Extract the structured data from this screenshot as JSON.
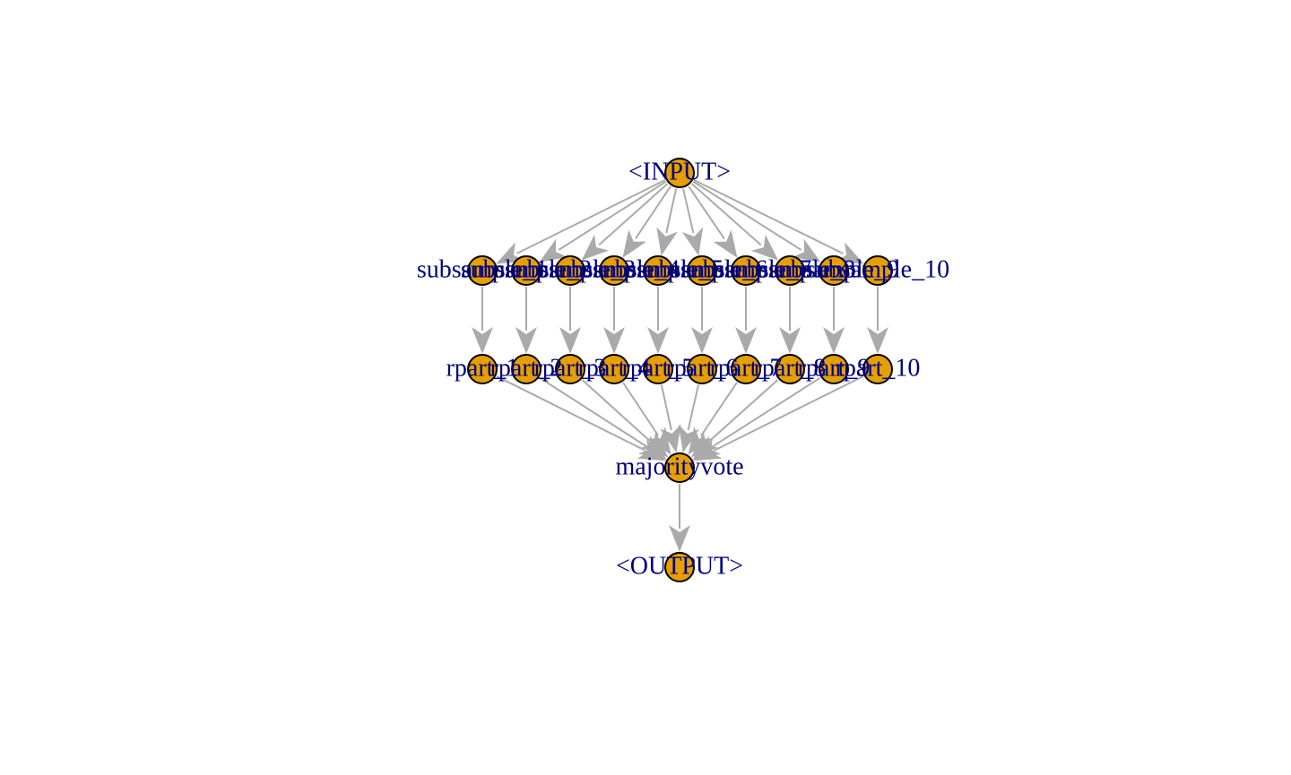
{
  "diagram": {
    "colors": {
      "node_fill": "#E69F00",
      "node_border": "#000000",
      "label": "#000080",
      "edge": "#AAAAAA",
      "background": "#FFFFFF"
    },
    "nodes": [
      {
        "id": "input",
        "label": "<INPUT>",
        "layer": 0,
        "order": 0
      },
      {
        "id": "subsample_1",
        "label": "subsample_1",
        "layer": 1,
        "order": 0
      },
      {
        "id": "subsample_2",
        "label": "subsample_2",
        "layer": 1,
        "order": 1
      },
      {
        "id": "subsample_3",
        "label": "subsample_3",
        "layer": 1,
        "order": 2
      },
      {
        "id": "subsample_4",
        "label": "subsample_4",
        "layer": 1,
        "order": 3
      },
      {
        "id": "subsample_5",
        "label": "subsample_5",
        "layer": 1,
        "order": 4
      },
      {
        "id": "subsample_6",
        "label": "subsample_6",
        "layer": 1,
        "order": 5
      },
      {
        "id": "subsample_7",
        "label": "subsample_7",
        "layer": 1,
        "order": 6
      },
      {
        "id": "subsample_8",
        "label": "subsample_8",
        "layer": 1,
        "order": 7
      },
      {
        "id": "subsample_9",
        "label": "subsample_9",
        "layer": 1,
        "order": 8
      },
      {
        "id": "subsample_10",
        "label": "subsample_10",
        "layer": 1,
        "order": 9
      },
      {
        "id": "rpart_1",
        "label": "rpart_1",
        "layer": 2,
        "order": 0
      },
      {
        "id": "rpart_2",
        "label": "rpart_2",
        "layer": 2,
        "order": 1
      },
      {
        "id": "rpart_3",
        "label": "rpart_3",
        "layer": 2,
        "order": 2
      },
      {
        "id": "rpart_4",
        "label": "rpart_4",
        "layer": 2,
        "order": 3
      },
      {
        "id": "rpart_5",
        "label": "rpart_5",
        "layer": 2,
        "order": 4
      },
      {
        "id": "rpart_6",
        "label": "rpart_6",
        "layer": 2,
        "order": 5
      },
      {
        "id": "rpart_7",
        "label": "rpart_7",
        "layer": 2,
        "order": 6
      },
      {
        "id": "rpart_8",
        "label": "rpart_8",
        "layer": 2,
        "order": 7
      },
      {
        "id": "rpart_9",
        "label": "rpart_9",
        "layer": 2,
        "order": 8
      },
      {
        "id": "rpart_10",
        "label": "rpart_10",
        "layer": 2,
        "order": 9
      },
      {
        "id": "majorityvote",
        "label": "majorityvote",
        "layer": 3,
        "order": 0
      },
      {
        "id": "output",
        "label": "<OUTPUT>",
        "layer": 4,
        "order": 0
      }
    ],
    "edges": [
      [
        "input",
        "subsample_1"
      ],
      [
        "input",
        "subsample_2"
      ],
      [
        "input",
        "subsample_3"
      ],
      [
        "input",
        "subsample_4"
      ],
      [
        "input",
        "subsample_5"
      ],
      [
        "input",
        "subsample_6"
      ],
      [
        "input",
        "subsample_7"
      ],
      [
        "input",
        "subsample_8"
      ],
      [
        "input",
        "subsample_9"
      ],
      [
        "input",
        "subsample_10"
      ],
      [
        "subsample_1",
        "rpart_1"
      ],
      [
        "subsample_2",
        "rpart_2"
      ],
      [
        "subsample_3",
        "rpart_3"
      ],
      [
        "subsample_4",
        "rpart_4"
      ],
      [
        "subsample_5",
        "rpart_5"
      ],
      [
        "subsample_6",
        "rpart_6"
      ],
      [
        "subsample_7",
        "rpart_7"
      ],
      [
        "subsample_8",
        "rpart_8"
      ],
      [
        "subsample_9",
        "rpart_9"
      ],
      [
        "subsample_10",
        "rpart_10"
      ],
      [
        "rpart_1",
        "majorityvote"
      ],
      [
        "rpart_2",
        "majorityvote"
      ],
      [
        "rpart_3",
        "majorityvote"
      ],
      [
        "rpart_4",
        "majorityvote"
      ],
      [
        "rpart_5",
        "majorityvote"
      ],
      [
        "rpart_6",
        "majorityvote"
      ],
      [
        "rpart_7",
        "majorityvote"
      ],
      [
        "rpart_8",
        "majorityvote"
      ],
      [
        "rpart_9",
        "majorityvote"
      ],
      [
        "rpart_10",
        "majorityvote"
      ],
      [
        "majorityvote",
        "output"
      ]
    ]
  }
}
